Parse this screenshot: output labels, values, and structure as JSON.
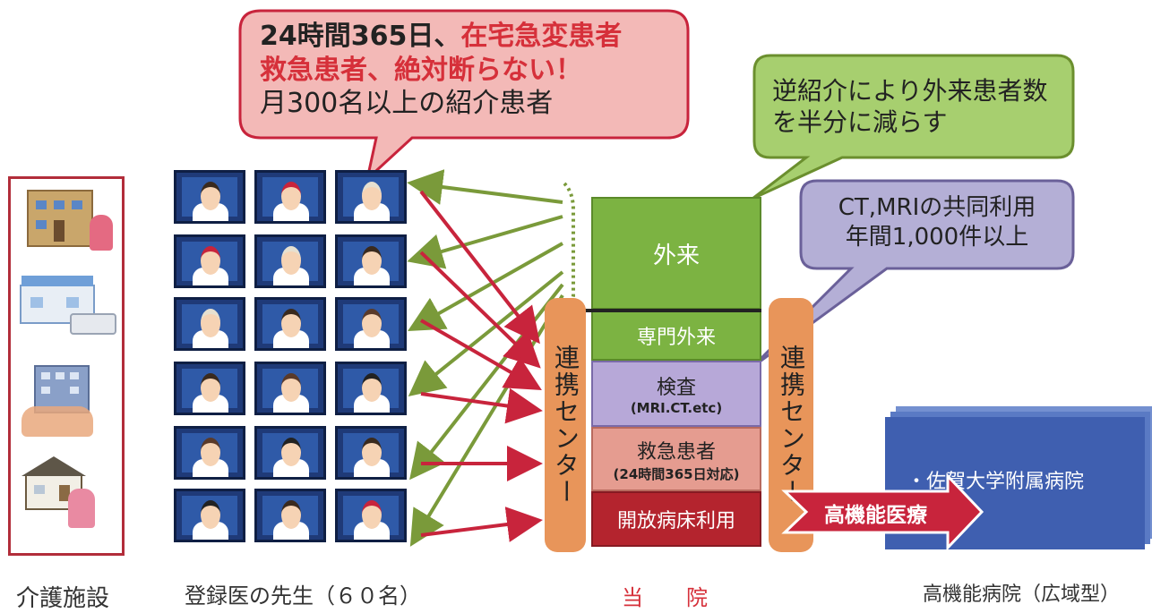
{
  "bubble_red": {
    "line1_black": "24時間365日、",
    "line1_red": "在宅急変患者",
    "line2_red": "救急患者、絶対断らない！",
    "line3": "月300名以上の紹介患者"
  },
  "bubble_green": {
    "line1": "逆紹介により外来患者数",
    "line2": "を半分に減らす"
  },
  "bubble_purple": {
    "line1": "CT,MRIの共同利用",
    "line2": "年間1,000件以上"
  },
  "hospital": {
    "outpatient": "外来",
    "specialty": "専門外来",
    "exam": "検査",
    "exam_sub": "(MRI.CT.etc)",
    "emergency": "救急患者",
    "emergency_sub": "(24時間365日対応)",
    "open_beds": "開放病床利用"
  },
  "left_center": "連携センター",
  "right_center": "連携センター",
  "advanced_arrow": "高機能医療",
  "university": "・佐賀大学附属病院",
  "labels": {
    "care": "介護施設",
    "doctors": "登録医の先生（６０名）",
    "ours": "当　　院",
    "advanced": "高機能病院（広域型）"
  },
  "colors": {
    "accent_red": "#d6303a",
    "green_arrow": "#7a9a3a",
    "red_arrow": "#c8243c",
    "outpatient": "#7cb342",
    "orange": "#e8955a",
    "blue_box": "#3f5fb0"
  }
}
